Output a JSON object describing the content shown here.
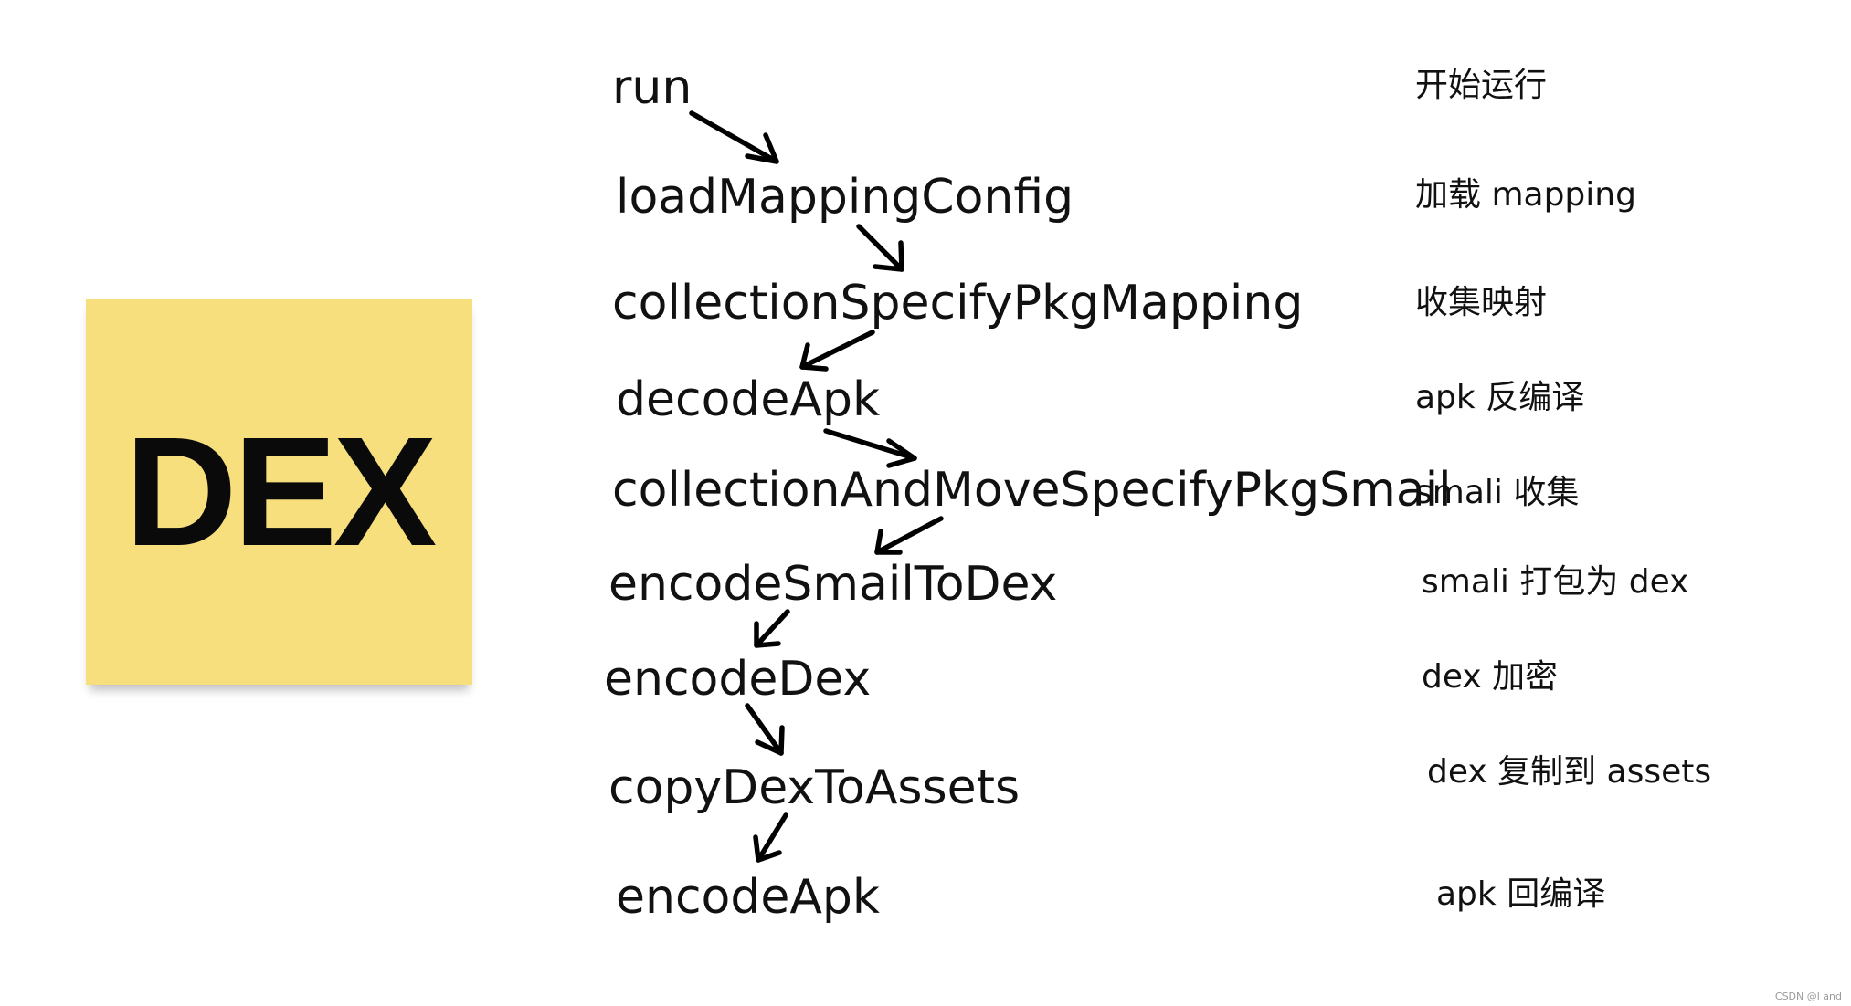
{
  "note": {
    "label": "DEX",
    "color": "#f7df7e"
  },
  "steps": [
    {
      "name": "run",
      "description": "开始运行"
    },
    {
      "name": "loadMappingConfig",
      "description": "加载 mapping"
    },
    {
      "name": "collectionSpecifyPkgMapping",
      "description": "收集映射"
    },
    {
      "name": "decodeApk",
      "description": "apk 反编译"
    },
    {
      "name": "collectionAndMoveSpecifyPkgSmail",
      "description": "smali 收集"
    },
    {
      "name": "encodeSmailToDex",
      "description": "smali 打包为 dex"
    },
    {
      "name": "encodeDex",
      "description": "dex 加密"
    },
    {
      "name": "copyDexToAssets",
      "description": "dex 复制到 assets"
    },
    {
      "name": "encodeApk",
      "description": "apk 回编译"
    }
  ],
  "watermark": "CSDN @l and"
}
